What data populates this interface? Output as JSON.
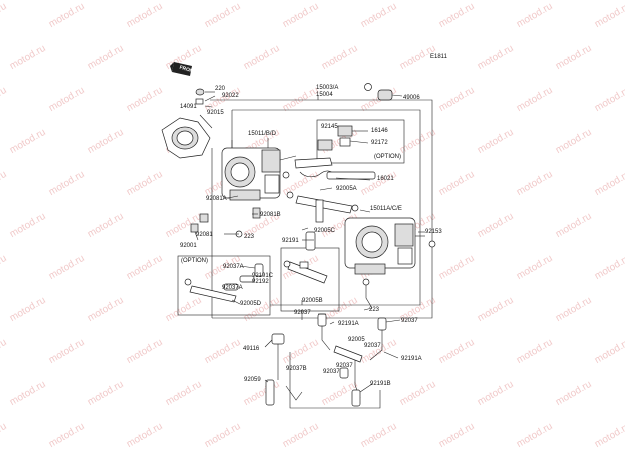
{
  "diagram": {
    "ref_code": "E1811",
    "watermark": "motod.ru",
    "front_badge": "FRONT",
    "callouts": [
      {
        "id": "c15003",
        "text": "15003/A"
      },
      {
        "id": "c15004",
        "text": "15004"
      },
      {
        "id": "c220",
        "text": "220"
      },
      {
        "id": "c92022",
        "text": "92022"
      },
      {
        "id": "c14091",
        "text": "14091"
      },
      {
        "id": "c49006",
        "text": "49006"
      },
      {
        "id": "c92015",
        "text": "92015"
      },
      {
        "id": "c15011bd",
        "text": "15011/B/D"
      },
      {
        "id": "c92145",
        "text": "92145"
      },
      {
        "id": "c16146",
        "text": "16146"
      },
      {
        "id": "c92172",
        "text": "92172"
      },
      {
        "id": "coption1",
        "text": "(OPTION)"
      },
      {
        "id": "c16021",
        "text": "16021"
      },
      {
        "id": "c92005a",
        "text": "92005A"
      },
      {
        "id": "c92081a",
        "text": "92081A"
      },
      {
        "id": "c15011ace",
        "text": "15011A/C/E"
      },
      {
        "id": "c92081b",
        "text": "92081B"
      },
      {
        "id": "c92081",
        "text": "92081"
      },
      {
        "id": "c223a",
        "text": "223"
      },
      {
        "id": "c92001",
        "text": "92001"
      },
      {
        "id": "c92005c",
        "text": "92005C"
      },
      {
        "id": "c92191",
        "text": "92191"
      },
      {
        "id": "c92153",
        "text": "92153"
      },
      {
        "id": "coption2",
        "text": "(OPTION)"
      },
      {
        "id": "c92037a1",
        "text": "92037A"
      },
      {
        "id": "c92191c",
        "text": "92191C"
      },
      {
        "id": "c92192",
        "text": "92192"
      },
      {
        "id": "c92037a2",
        "text": "92037A"
      },
      {
        "id": "c92005d",
        "text": "92005D"
      },
      {
        "id": "c92005b",
        "text": "92005B"
      },
      {
        "id": "c223b",
        "text": "223"
      },
      {
        "id": "c92037a",
        "text": "92037"
      },
      {
        "id": "c92191a1",
        "text": "92191A"
      },
      {
        "id": "c92005",
        "text": "92005"
      },
      {
        "id": "c92037b",
        "text": "92037"
      },
      {
        "id": "c92037c",
        "text": "92037"
      },
      {
        "id": "c49116",
        "text": "49116"
      },
      {
        "id": "c92191a2",
        "text": "92191A"
      },
      {
        "id": "c92037d",
        "text": "92037"
      },
      {
        "id": "c92037e",
        "text": "92037"
      },
      {
        "id": "c92037b2",
        "text": "92037B"
      },
      {
        "id": "c92059",
        "text": "92059"
      },
      {
        "id": "c92191b",
        "text": "92191B"
      }
    ]
  }
}
